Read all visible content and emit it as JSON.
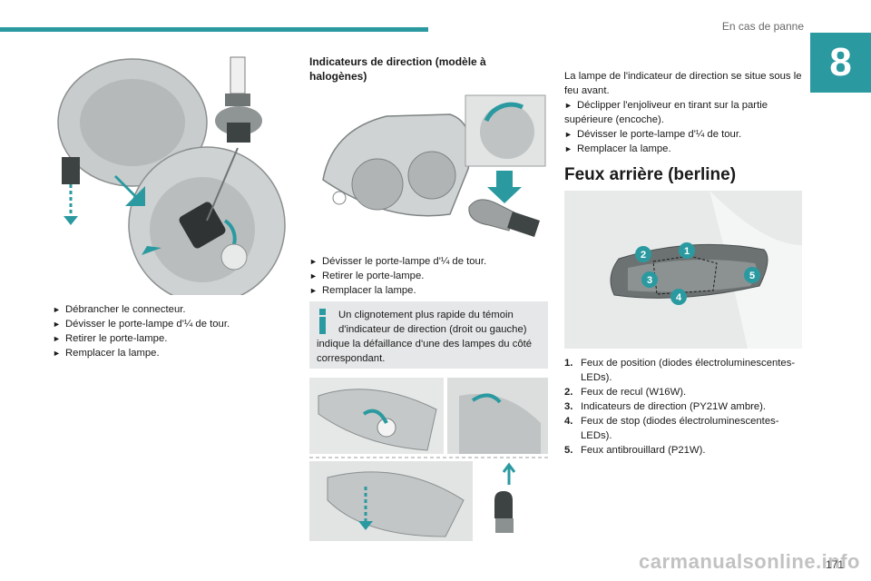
{
  "header": {
    "title": "En cas de panne",
    "chapter": "8",
    "page_number": "171"
  },
  "watermark": "carmanualsonline.info",
  "colors": {
    "accent": "#2a9aa0",
    "info_bg": "#e6e7e8"
  },
  "col1": {
    "steps": [
      "Débrancher le connecteur.",
      "Dévisser le porte-lampe d'¼ de tour.",
      "Retirer le porte-lampe.",
      "Remplacer la lampe."
    ]
  },
  "col2": {
    "title": "Indicateurs de direction (modèle à halogènes)",
    "steps": [
      "Dévisser le porte-lampe d'¼ de tour.",
      "Retirer le porte-lampe.",
      "Remplacer la lampe."
    ],
    "info": {
      "line1": "Un clignotement plus rapide du témoin",
      "line2": "d'indicateur de direction (droit ou gauche)",
      "rest": "indique la défaillance d'une des lampes du côté correspondant."
    }
  },
  "col3": {
    "intro": [
      "La lampe de l'indicateur de direction se situe sous le feu avant."
    ],
    "steps": [
      "Déclipper l'enjoliveur en tirant sur la partie supérieure (encoche).",
      "Dévisser le porte-lampe d'¼ de tour.",
      "Remplacer la lampe."
    ],
    "section_title": "Feux arrière (berline)",
    "callouts": [
      "1",
      "2",
      "3",
      "4",
      "5"
    ],
    "list": [
      {
        "n": "1.",
        "text": "Feux de position (diodes électroluminescentes-LEDs)."
      },
      {
        "n": "2.",
        "text": "Feux de recul (W16W)."
      },
      {
        "n": "3.",
        "text": "Indicateurs de direction (PY21W ambre)."
      },
      {
        "n": "4.",
        "text": "Feux de stop (diodes électroluminescentes-LEDs)."
      },
      {
        "n": "5.",
        "text": "Feux antibrouillard (P21W)."
      }
    ]
  },
  "arrow_glyph": "►"
}
